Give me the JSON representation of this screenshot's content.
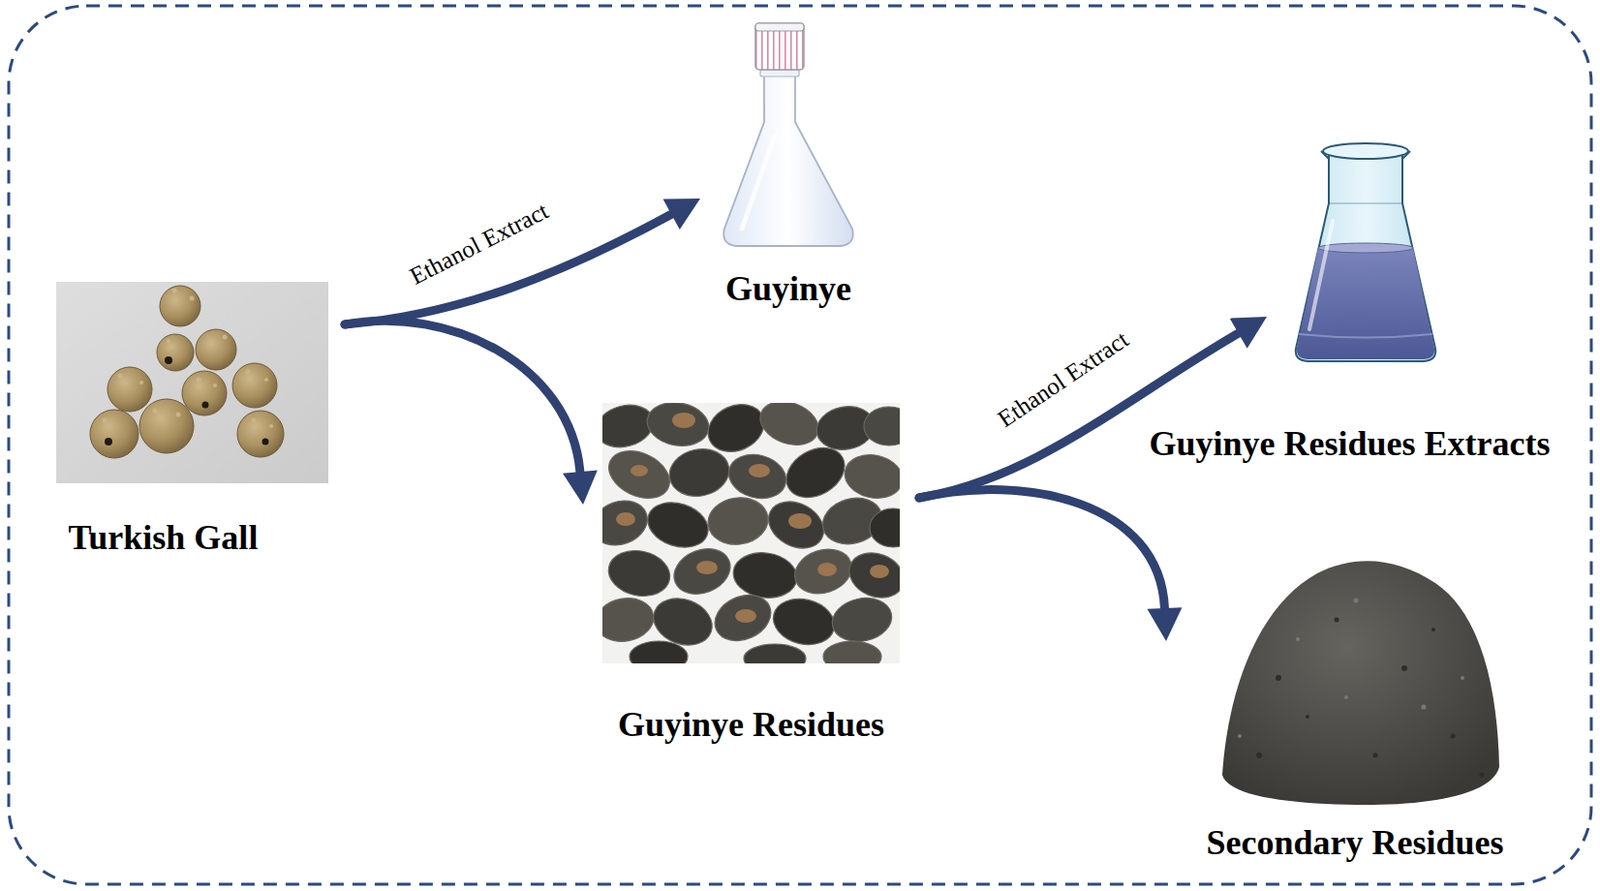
{
  "diagram": {
    "nodes": [
      {
        "text": [
          "Turkish Gall"
        ]
      },
      {
        "text": [
          "Guyinye"
        ]
      },
      {
        "text": [
          "Guyinye Residues"
        ]
      },
      {
        "text": [
          "Guyinye Residues Extracts"
        ]
      },
      {
        "text": [
          "Secondary Residues"
        ]
      }
    ],
    "edges": [
      {
        "from": 0,
        "to": 1,
        "label": "Ethanol Extract",
        "arrow": "to"
      },
      {
        "from": 0,
        "to": 2,
        "arrow": "to"
      },
      {
        "from": 2,
        "to": 3,
        "label": "Ethanol Extract",
        "arrow": "to"
      },
      {
        "from": 2,
        "to": 4,
        "arrow": "to"
      }
    ]
  }
}
